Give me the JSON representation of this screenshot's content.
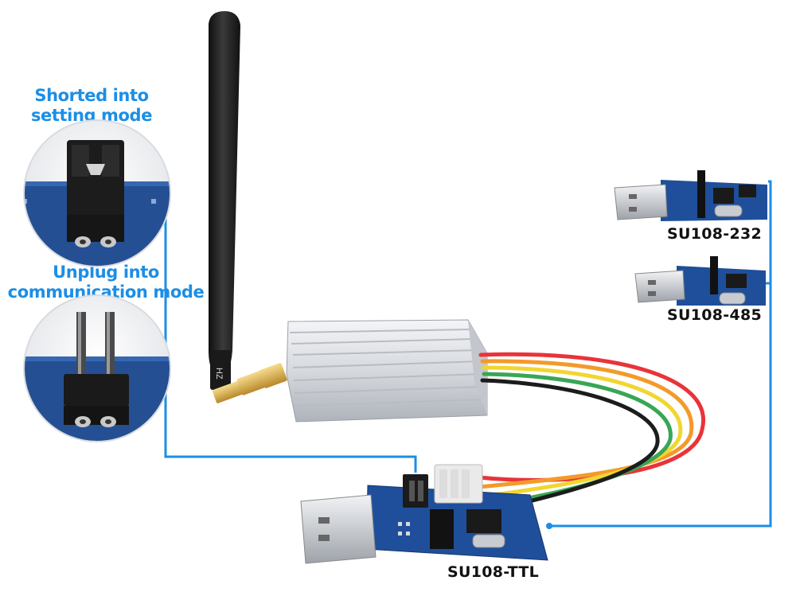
{
  "labels": {
    "setting_line1": "Shorted into",
    "setting_line2": "setting mode",
    "comm_line1": "Unplug into",
    "comm_line2": "communication mode",
    "su232": "SU108-232",
    "su485": "SU108-485",
    "suttl": "SU108-TTL",
    "antenna_mark": "HZ"
  },
  "colors": {
    "callout_blue": "#1c8ee6",
    "pcb_blue": "#1f4f9a",
    "aluminum": "#dfe2e6",
    "antenna_black": "#1b1b1b",
    "wire_red": "#e8343a",
    "wire_orange": "#f39a2a",
    "wire_yellow": "#f1d632",
    "wire_green": "#3aa655"
  }
}
